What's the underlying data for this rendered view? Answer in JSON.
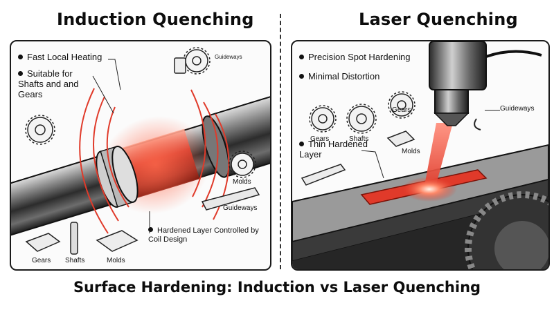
{
  "induction": {
    "title": "Induction Quenching",
    "fast_heating": "Fast Local Heating",
    "suitable": "Suitable for Shafts and and Gears",
    "molds_mid": "Molds",
    "guideways_top": "Guideways",
    "guideways_mid": "Guideways",
    "hardened_layer": "Hardened Layer Controlled by Coil Design",
    "gears": "Gears",
    "shafts": "Shafts",
    "molds": "Molds"
  },
  "laser": {
    "title": "Laser Quenching",
    "precision": "Precision Spot Hardening",
    "distortion": "Minimal Distortion",
    "gears_small": "Gears",
    "shafts": "Shafts",
    "gears": "Gears",
    "guideways": "Guideways",
    "thin_layer": "Thin Hardened Layer",
    "molds": "Molds"
  },
  "caption": "Surface Hardening: Induction vs Laser Quenching",
  "colors": {
    "heat_red": "#e03a2a",
    "steel": "#6b6b6b",
    "ink": "#111111"
  }
}
